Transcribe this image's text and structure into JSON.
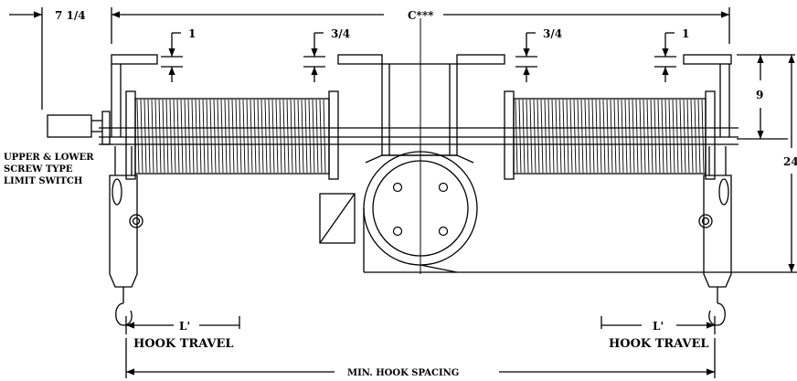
{
  "dimensions": {
    "left_offset": "7 1/4",
    "center": "C***",
    "gap_outer_left": "1",
    "gap_inner_left": "3/4",
    "gap_inner_right": "3/4",
    "gap_outer_right": "1",
    "height_upper": "9",
    "height_total": "24"
  },
  "notes": {
    "limit_switch_line1": "UPPER & LOWER",
    "limit_switch_line2": "SCREW TYPE",
    "limit_switch_line3": "LIMIT SWITCH"
  },
  "hook_travel": {
    "left_symbol": "L'",
    "left_label": "HOOK  TRAVEL",
    "right_symbol": "L'",
    "right_label": "HOOK  TRAVEL"
  },
  "min_spacing": "MIN. HOOK SPACING",
  "colors": {
    "line": "#000000",
    "background": "#ffffff"
  }
}
